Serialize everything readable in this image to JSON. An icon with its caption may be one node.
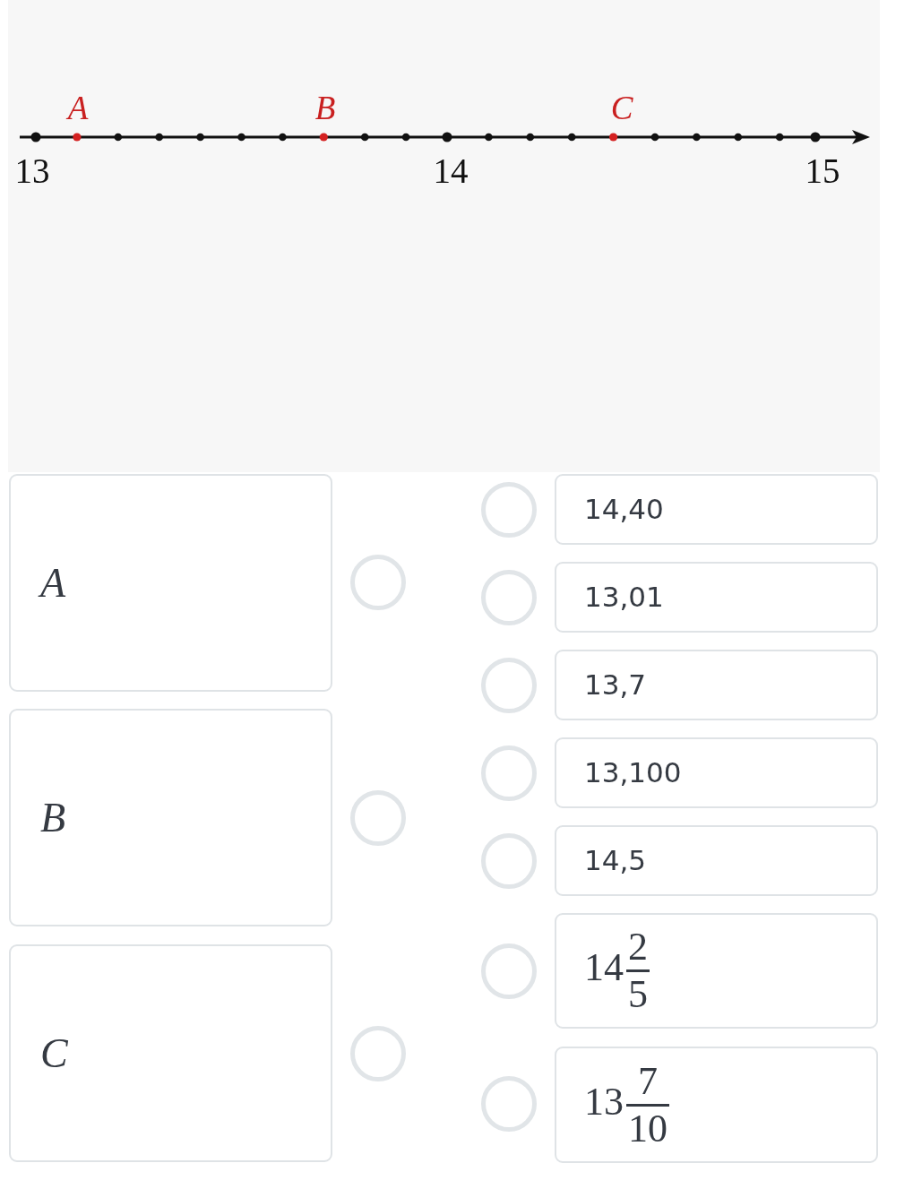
{
  "diagram": {
    "nodes": [
      {
        "text": [
          "A"
        ]
      },
      {
        "text": [
          "B"
        ]
      },
      {
        "text": [
          "C"
        ]
      },
      {
        "text": [
          "14,40"
        ]
      },
      {
        "text": [
          "13,01"
        ]
      },
      {
        "text": [
          "13,7"
        ]
      },
      {
        "text": [
          "13,100"
        ]
      },
      {
        "text": [
          "14,5"
        ]
      },
      {
        "text": [
          "14$^{2}$$_{5}$"
        ]
      },
      {
        "text": [
          "13$^{7}$$_{10}$"
        ]
      }
    ],
    "labels": [
      "A",
      "B",
      "C",
      "13",
      "14",
      "15"
    ]
  }
}
